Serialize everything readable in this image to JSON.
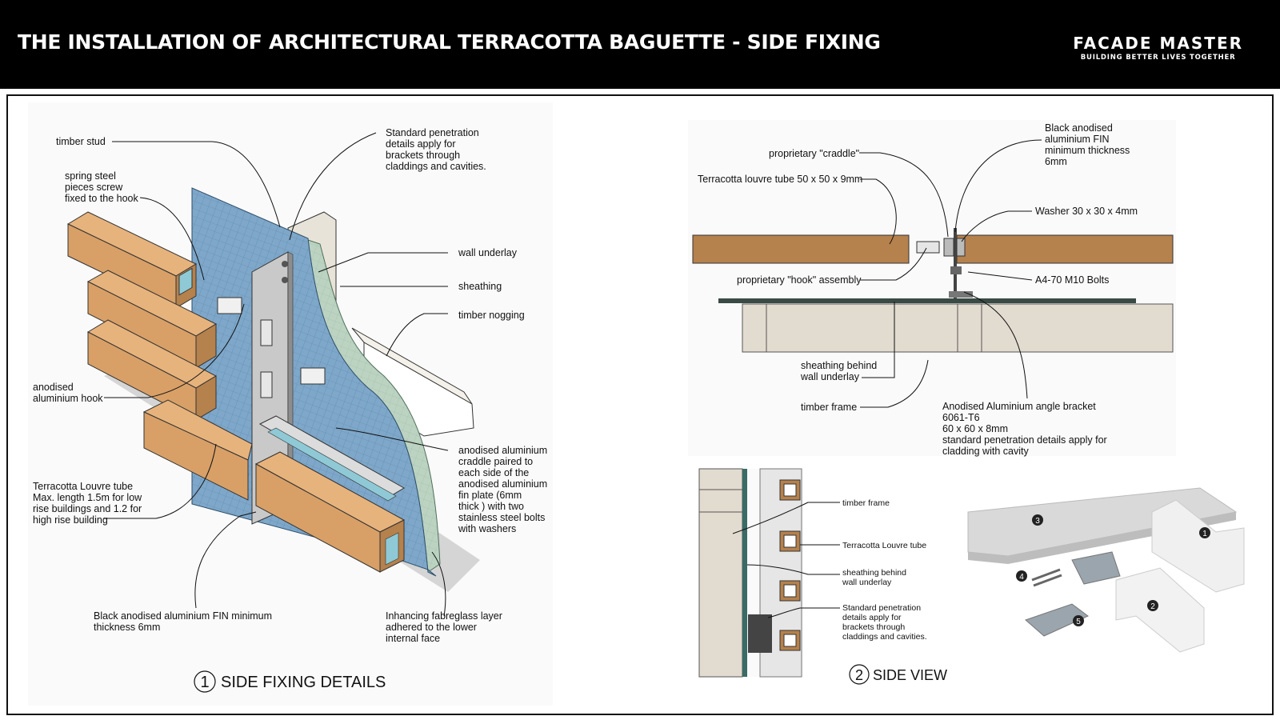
{
  "header": {
    "title": "THE INSTALLATION OF ARCHITECTURAL TERRACOTTA BAGUETTE - SIDE FIXING",
    "brand_name": "FACADE MASTER",
    "brand_tagline": "BUILDING BETTER LIVES TOGETHER"
  },
  "detail1": {
    "caption_number": "1",
    "caption": "SIDE FIXING DETAILS",
    "labels": {
      "timber_stud": "timber stud",
      "spring_steel": [
        "spring steel",
        "pieces screw",
        "fixed to the hook"
      ],
      "standard_penetration": [
        "Standard penetration",
        "details apply for",
        "brackets through",
        "claddings and cavities."
      ],
      "wall_underlay": "wall underlay",
      "sheathing": "sheathing",
      "timber_nogging": "timber nogging",
      "anodised_hook": [
        "anodised",
        "aluminium hook"
      ],
      "craddle": [
        "anodised aluminium",
        "craddle paired to",
        "each side of the",
        "anodised aluminium",
        "fin plate (6mm",
        "thick ) with two",
        "stainless steel bolts",
        "with washers"
      ],
      "louvre_tube": [
        "Terracotta Louvre tube",
        "Max. length 1.5m for low",
        "rise buildings and 1.2 for",
        "high rise building"
      ],
      "black_fin": [
        "Black anodised aluminium FIN  minimum",
        "thickness 6mm"
      ],
      "fabreglass": [
        "Inhancing fabreglass layer",
        "adhered to the lower",
        "internal face"
      ]
    }
  },
  "detail2": {
    "caption_number": "2",
    "caption": "SIDE VIEW",
    "labels": {
      "craddle": "proprietary \"craddle\"",
      "louvre_tube": "Terracotta louvre tube 50 x 50 x 9mm",
      "hook_assembly": "proprietary \"hook\" assembly",
      "black_fin": [
        "Black anodised",
        "aluminium FIN",
        "minimum thickness",
        "6mm"
      ],
      "washer": "Washer 30 x 30 x 4mm",
      "bolts": "A4-70 M10 Bolts",
      "sheathing": [
        "sheathing behind",
        "wall underlay"
      ],
      "timber_frame": "timber frame",
      "angle_bracket": [
        "Anodised Aluminium angle bracket",
        " 6061-T6",
        "60 x 60 x 8mm",
        "standard penetration details apply for",
        "cladding with cavity"
      ]
    },
    "section_labels": {
      "timber_frame": "timber frame",
      "louvre_tube": "Terracotta Louvre tube",
      "sheathing": [
        "sheathing behind",
        "wall underlay"
      ],
      "standard_penetration": [
        "Standard penetration",
        "details apply for",
        "brackets through",
        "claddings and cavities."
      ]
    },
    "parts": [
      "1",
      "2",
      "3",
      "4",
      "5"
    ]
  },
  "colors": {
    "terracotta": "#d8a067",
    "terracotta_dark": "#b5814c",
    "glass_blue": "#7ea7c9",
    "frame_beige": "#e2dbd0",
    "fin_grey": "#b9b9b9"
  }
}
